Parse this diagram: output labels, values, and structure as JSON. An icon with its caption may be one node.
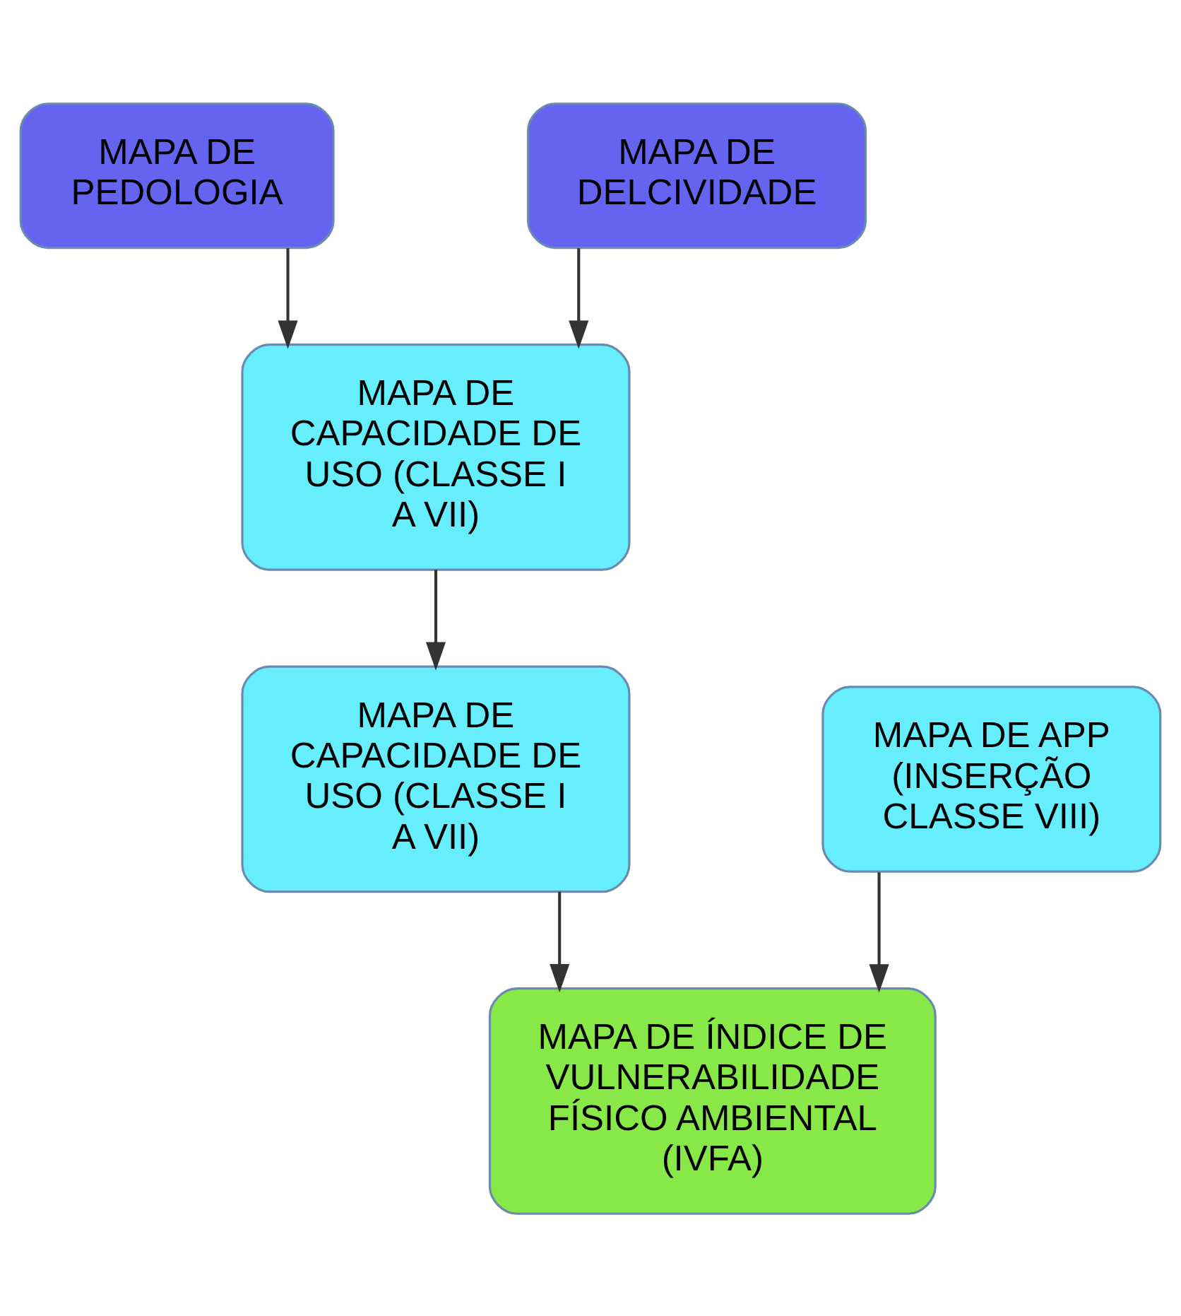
{
  "diagram": {
    "nodes": [
      {
        "text": [
          "MAPA DE PEDOLOGIA"
        ]
      },
      {
        "text": [
          "MAPA DE DELCIVIDADE"
        ]
      },
      {
        "text": [
          "MAPA DE CAPACIDADE DE USO (CLASSE I A VII)"
        ]
      },
      {
        "text": [
          "MAPA DE CAPACIDADE DE USO (CLASSE I A VII)"
        ]
      },
      {
        "text": [
          "MAPA DE APP (INSERÇÃO CLASSE VIII)"
        ]
      },
      {
        "text": [
          "MAPA DE ÍNDICE DE VULNERABILIDADE FÍSICO AMBIENTAL (IVFA)"
        ]
      }
    ],
    "edges": [
      {
        "from": 0,
        "to": 2,
        "arrow": "to"
      },
      {
        "from": 1,
        "to": 2,
        "arrow": "to"
      },
      {
        "from": 2,
        "to": 3,
        "arrow": "to"
      },
      {
        "from": 3,
        "to": 5,
        "arrow": "to"
      },
      {
        "from": 4,
        "to": 5,
        "arrow": "to"
      }
    ]
  }
}
